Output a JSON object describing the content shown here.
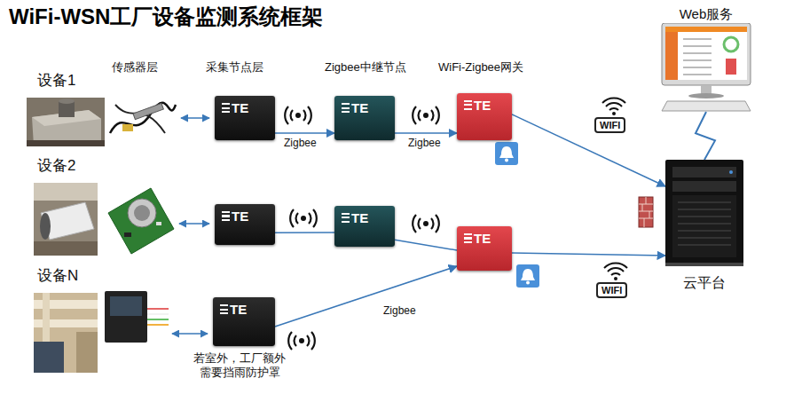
{
  "diagram": {
    "title": "WiFi-WSN工厂设备监测系统框架",
    "nodes": [
      {
        "text": [
          "设备1"
        ]
      },
      {
        "text": [
          "TE"
        ]
      },
      {
        "text": [
          "TE"
        ]
      },
      {
        "text": [
          "TE"
        ]
      },
      {
        "text": [
          "Web服务"
        ]
      },
      {
        "text": [
          "设备2"
        ]
      },
      {
        "text": [
          "TE"
        ]
      },
      {
        "text": [
          "TE"
        ]
      },
      {
        "text": [
          "TE"
        ]
      },
      {
        "text": [
          "设备N"
        ]
      },
      {
        "text": [
          "TE"
        ]
      },
      {
        "text": [
          "云平台"
        ]
      }
    ],
    "edges": [
      {
        "from": 1,
        "to": 2,
        "arrow": "to",
        "label": "Zigbee"
      },
      {
        "from": 2,
        "to": 3,
        "arrow": "to",
        "label": "Zigbee"
      },
      {
        "from": 3,
        "to": 11,
        "arrow": "to",
        "label": "WIFI"
      },
      {
        "from": 6,
        "to": 7,
        "arrow": "none"
      },
      {
        "from": 7,
        "to": 8,
        "arrow": "none"
      },
      {
        "from": 10,
        "to": 8,
        "arrow": "to",
        "label": "Zigbee"
      },
      {
        "from": 8,
        "to": 11,
        "arrow": "to",
        "label": "WIFI"
      },
      {
        "from": 11,
        "to": 4,
        "arrow": "none"
      }
    ],
    "labels": [
      "传感器层",
      "采集节点层",
      "Zigbee中继节点",
      "WiFi-Zigbee网关",
      "若室外，工厂额外 需要挡雨防护罩"
    ]
  }
}
